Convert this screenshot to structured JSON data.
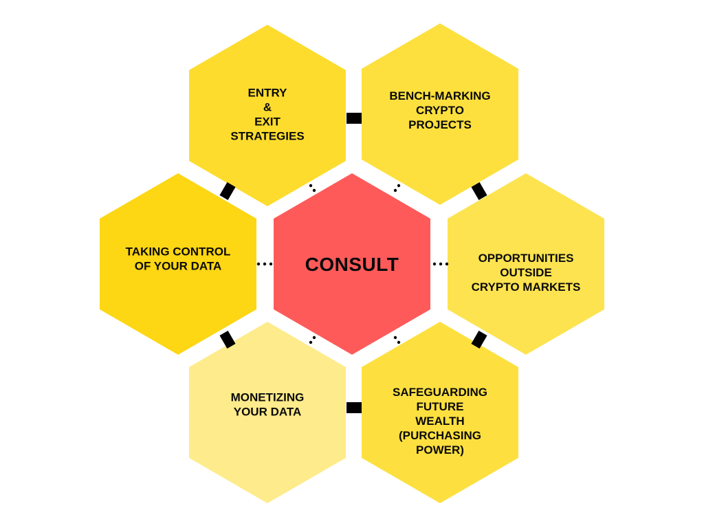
{
  "center": {
    "label": "CONSULT",
    "color": "#FF5A5A"
  },
  "hexagons": [
    {
      "id": "entry-exit",
      "color": "#FDDC2E",
      "lines": [
        "ENTRY",
        "&",
        "EXIT",
        "STRATEGIES"
      ]
    },
    {
      "id": "benchmarking",
      "color": "#FDE03E",
      "lines": [
        "BENCH-MARKING",
        "CRYPTO",
        "PROJECTS"
      ]
    },
    {
      "id": "taking-control",
      "color": "#FDD614",
      "lines": [
        "TAKING CONTROL",
        "OF YOUR DATA"
      ]
    },
    {
      "id": "opportunities",
      "color": "#FDE350",
      "lines": [
        "OPPORTUNITIES",
        "OUTSIDE",
        "CRYPTO MARKETS"
      ]
    },
    {
      "id": "monetizing",
      "color": "#FEEB8B",
      "lines": [
        "MONETIZING",
        "YOUR DATA"
      ]
    },
    {
      "id": "safeguarding",
      "color": "#FDE040",
      "lines": [
        "SAFEGUARDING",
        "FUTURE",
        "WEALTH",
        "(PURCHASING",
        "POWER)"
      ]
    }
  ]
}
